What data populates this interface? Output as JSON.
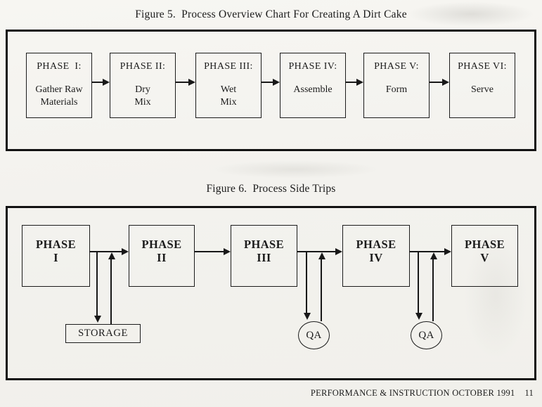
{
  "figure5": {
    "title": "Figure 5.  Process Overview Chart For Creating A Dirt Cake",
    "phases": [
      {
        "label": "PHASE  I:",
        "line1": "Gather Raw",
        "line2": "Materials"
      },
      {
        "label": "PHASE II:",
        "line1": "Dry",
        "line2": "Mix"
      },
      {
        "label": "PHASE III:",
        "line1": "Wet",
        "line2": "Mix"
      },
      {
        "label": "PHASE IV:",
        "line1": "Assemble",
        "line2": ""
      },
      {
        "label": "PHASE V:",
        "line1": "Form",
        "line2": ""
      },
      {
        "label": "PHASE VI:",
        "line1": "Serve",
        "line2": ""
      }
    ]
  },
  "figure6": {
    "title": "Figure 6.  Process Side Trips",
    "phases": [
      {
        "line1": "PHASE",
        "line2": "I"
      },
      {
        "line1": "PHASE",
        "line2": "II"
      },
      {
        "line1": "PHASE",
        "line2": "III"
      },
      {
        "line1": "PHASE",
        "line2": "IV"
      },
      {
        "line1": "PHASE",
        "line2": "V"
      }
    ],
    "storage_label": "STORAGE",
    "qa1_label": "QA",
    "qa2_label": "QA"
  },
  "footer": {
    "journal": "PERFORMANCE & INSTRUCTION OCTOBER 1991",
    "page_number": "11"
  },
  "colors": {
    "ink": "#1b1b1b",
    "paper": "#f3f2ee"
  }
}
